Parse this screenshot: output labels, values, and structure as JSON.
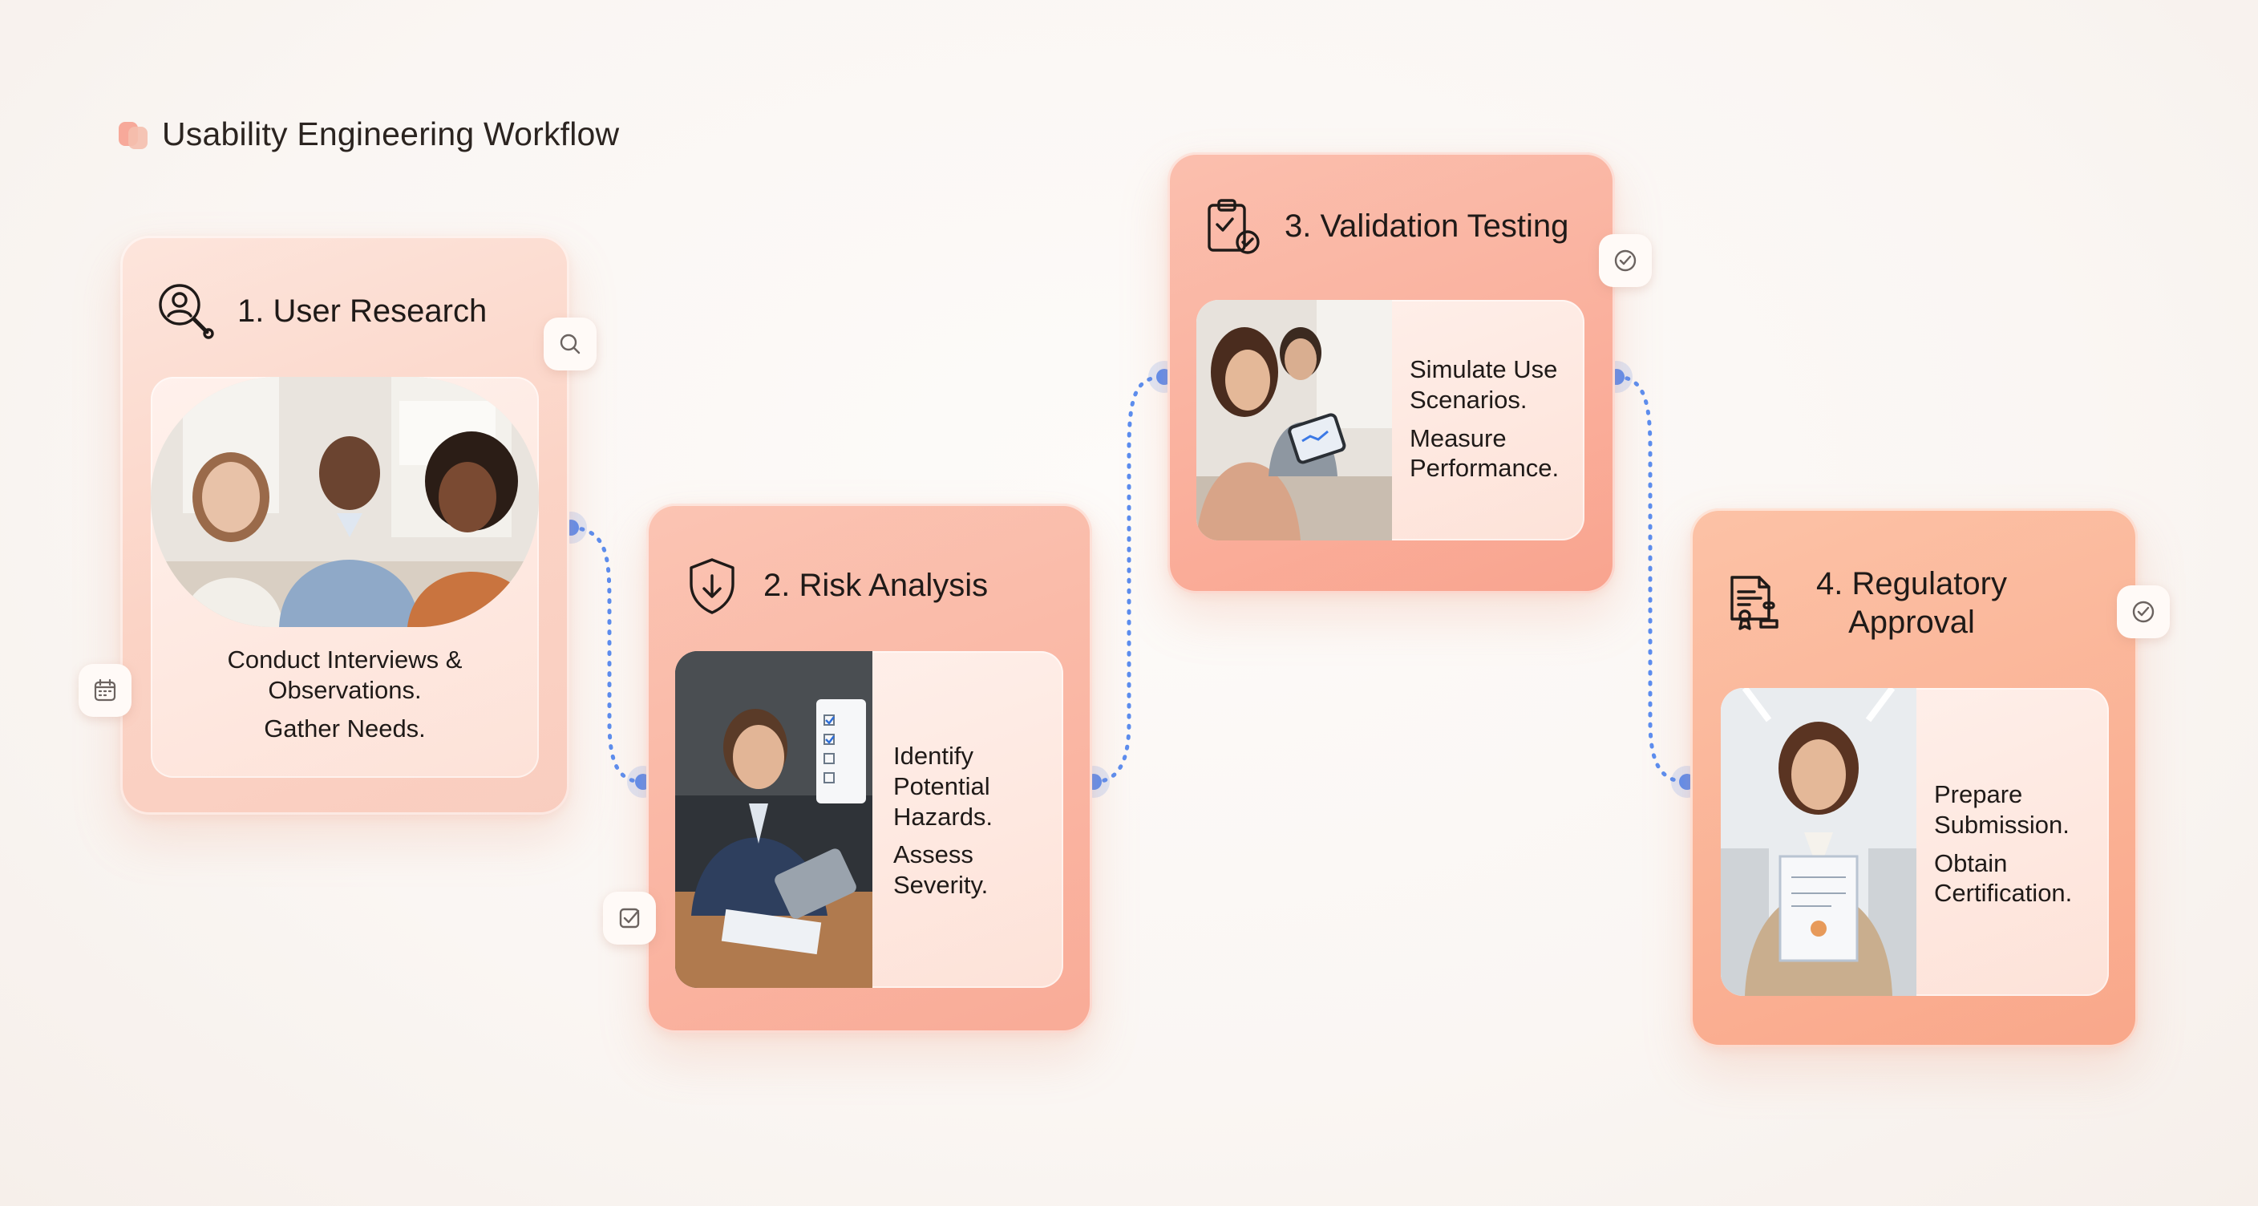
{
  "header": {
    "title": "Usability Engineering Workflow",
    "logo_icon": "stacked-squares-logo"
  },
  "colors": {
    "card_peach": "#fbd3c5",
    "card_salmon": "#f9ab97",
    "connector_blue": "#5b8def",
    "text_dark": "#1f1a18"
  },
  "steps": [
    {
      "title": "1. User Research",
      "icon": "user-search-icon",
      "lines": [
        "Conduct Interviews & Observations.",
        "Gather Needs."
      ],
      "photo": "three people in conversation",
      "chips": [
        "search-icon",
        "calendar-icon"
      ]
    },
    {
      "title": "2. Risk Analysis",
      "icon": "shield-download-icon",
      "lines": [
        "Identify Potential Hazards.",
        "Assess Severity."
      ],
      "photo": "man reviewing tablet with checklist",
      "chips": [
        "checkbox-icon"
      ]
    },
    {
      "title": "3. Validation Testing",
      "icon": "clipboard-check-icon",
      "lines": [
        "Simulate Use Scenarios.",
        "Measure Performance."
      ],
      "photo": "two people testing a tablet",
      "chips": [
        "check-circle-icon"
      ]
    },
    {
      "title": "4. Regulatory Approval",
      "icon": "certificate-stamp-icon",
      "lines": [
        "Prepare Submission.",
        "Obtain Certification."
      ],
      "photo": "woman holding certificate",
      "chips": [
        "check-circle-icon"
      ]
    }
  ]
}
